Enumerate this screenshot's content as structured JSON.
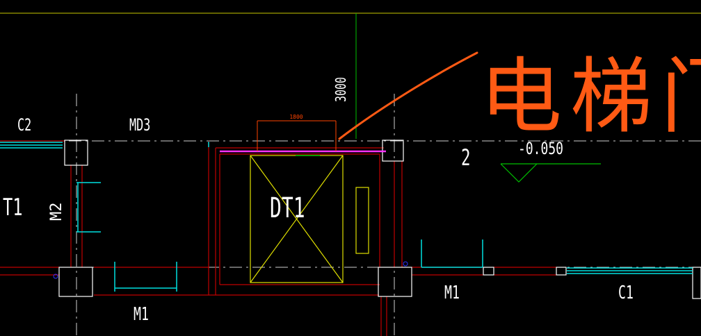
{
  "labels": {
    "c2": "C2",
    "md3": "MD3",
    "dt1_left": "T1",
    "m2": "M2",
    "m1_left": "M1",
    "dim_small": "1800",
    "dim_vertical": "3000",
    "dt1_center": "DT1",
    "m1_right": "M1",
    "c1": "C1",
    "floor_number": "2",
    "elevation": "-0.050",
    "handwriting": "电梯门"
  },
  "colors": {
    "background": "#000000",
    "annotation_text": "#ffffff",
    "axis_line": "#ffffff",
    "wall_red": "#c00000",
    "window_cyan": "#00e0e0",
    "elevator_yellow": "#e0e000",
    "door_magenta": "#ff33ff",
    "level_green": "#00c000",
    "dim_orange": "#ff4400",
    "handwriting_orange": "#ff5a14",
    "top_line_yellow": "#c8c800"
  }
}
